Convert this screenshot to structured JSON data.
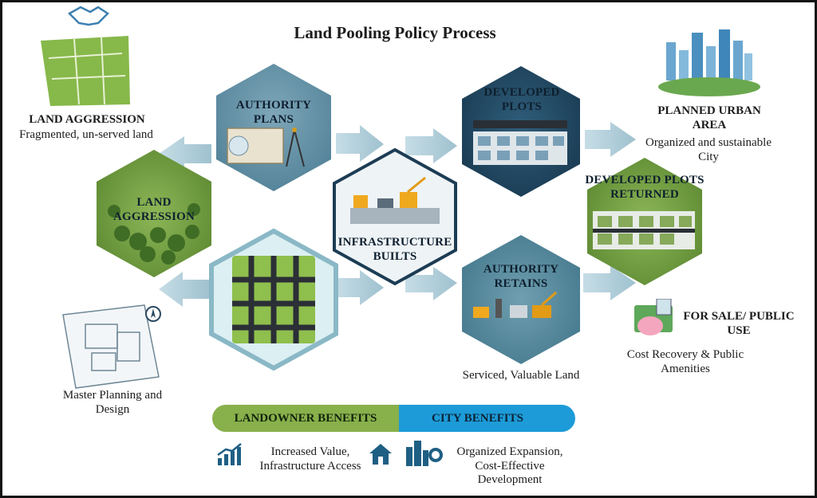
{
  "title": "Land Pooling Policy Process",
  "left_caption": {
    "heading": "LAND AGGRESSION",
    "text": "Fragmented, un-served land"
  },
  "master_caption": "Master Planning and Design",
  "right_top_caption": {
    "heading": "PLANNED URBAN AREA",
    "text": "Organized and sustainable City"
  },
  "sale_caption": {
    "heading": "FOR SALE/ PUBLIC USE",
    "text": "Cost Recovery & Public Amenities"
  },
  "serviced_caption": "Serviced, Valuable Land",
  "hexagons": {
    "authority_plans": "AUTHORITY PLANS",
    "land_aggression": "LAND AGGRESSION",
    "infrastructure": "INFRASTRUCTURE BUILTS",
    "developed_plots": "DEVELOPED PLOTS",
    "plots_returned": "DEVELOPED PLOTS RETURNED",
    "authority_retains": "AUTHORITY RETAINS"
  },
  "benefits": {
    "landowner": "LANDOWNER BENEFITS",
    "city": "CITY BENEFITS",
    "landowner_text": "Increased Value, Infrastructure Access",
    "city_text": "Organized Expansion, Cost-Effective Development"
  },
  "icons": [
    "handshake-icon",
    "growth-chart-icon",
    "house-icon",
    "city-gear-icon",
    "piggy-bank-icon",
    "compass-icon"
  ],
  "colors": {
    "green": "#6e9a3e",
    "steel": "#5d8aa3",
    "navy": "#1f4159",
    "teal_light": "#d8eef0",
    "blue": "#1d9bd8"
  }
}
